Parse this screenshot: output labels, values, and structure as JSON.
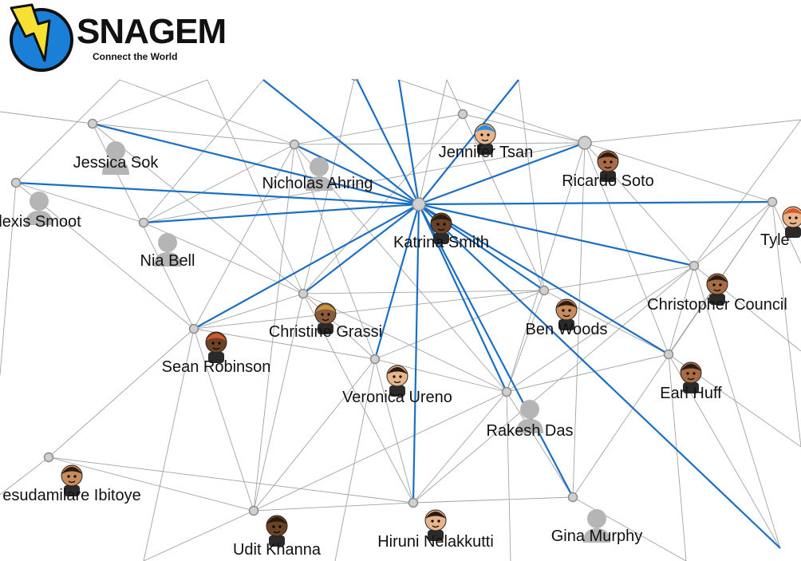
{
  "brand": {
    "name": "SNAGEM",
    "tagline": "Connect the World"
  },
  "colors": {
    "focus_edge": "#1a6fc4",
    "edge": "#a3a3a3",
    "node": "#cfcfcf",
    "anonymous": "#b5b5b5"
  },
  "focus_user": "Katrina Smith",
  "users": [
    {
      "id": "obscured",
      "label": "",
      "avatar": "silhouette"
    },
    {
      "id": "jessica",
      "label": "Jessica Sok",
      "avatar": "silhouette"
    },
    {
      "id": "nicholas",
      "label": "Nicholas Ahring",
      "avatar": "silhouette"
    },
    {
      "id": "jennifer",
      "label": "Jennifer Tsan",
      "avatar": "cartoon-blue-hair"
    },
    {
      "id": "ricardo",
      "label": "Ricardo Soto",
      "avatar": "cartoon"
    },
    {
      "id": "alexis",
      "label": "lexis Smoot",
      "avatar": "silhouette"
    },
    {
      "id": "nia",
      "label": "Nia Bell",
      "avatar": "silhouette"
    },
    {
      "id": "katrina",
      "label": "Katrina Smith",
      "avatar": "cartoon"
    },
    {
      "id": "tyler",
      "label": "Tyle",
      "avatar": "cartoon-red-hair"
    },
    {
      "id": "christopher",
      "label": "Christopher Council",
      "avatar": "cartoon"
    },
    {
      "id": "christine",
      "label": "Christine Grassi",
      "avatar": "cartoon-blonde"
    },
    {
      "id": "ben",
      "label": "Ben Woods",
      "avatar": "cartoon"
    },
    {
      "id": "sean",
      "label": "Sean Robinson",
      "avatar": "cartoon-red-hair"
    },
    {
      "id": "veronica",
      "label": "Veronica Ureno",
      "avatar": "cartoon"
    },
    {
      "id": "earl",
      "label": "Earl Huff",
      "avatar": "cartoon"
    },
    {
      "id": "rakesh",
      "label": "Rakesh Das",
      "avatar": "silhouette"
    },
    {
      "id": "oluwa",
      "label": "esudamilare Ibitoye",
      "avatar": "cartoon"
    },
    {
      "id": "udit",
      "label": "Udit Khanna",
      "avatar": "cartoon"
    },
    {
      "id": "hiruni",
      "label": "Hiruni Nelakkutti",
      "avatar": "cartoon"
    },
    {
      "id": "gina",
      "label": "Gina Murphy",
      "avatar": "silhouette"
    }
  ]
}
